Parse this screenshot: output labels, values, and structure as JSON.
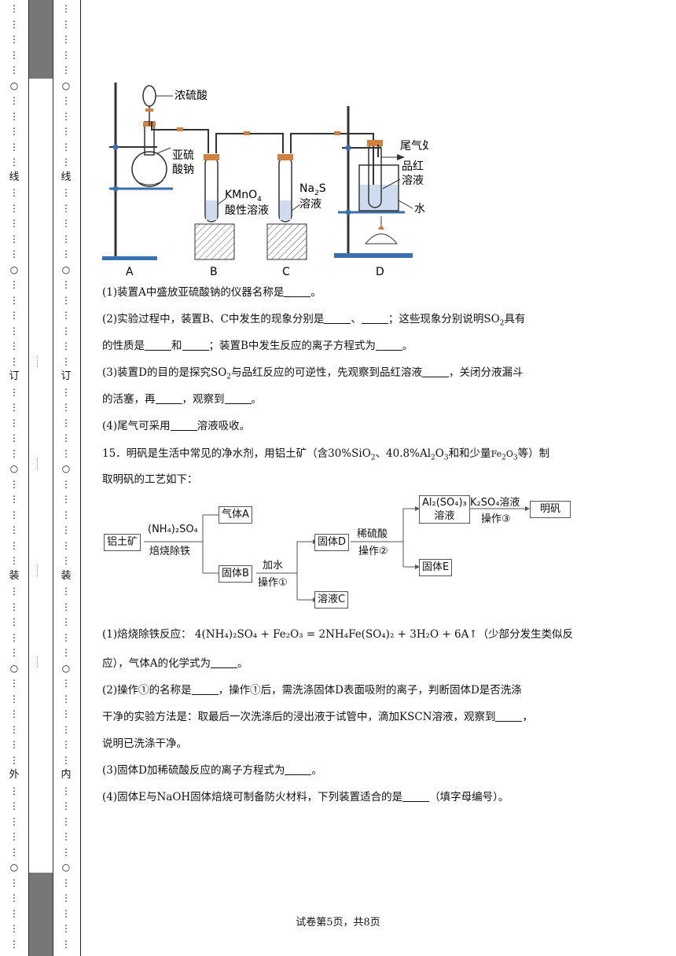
{
  "margin": {
    "outer_labels": [
      "线",
      "订",
      "装",
      "外"
    ],
    "inner_labels": [
      "线",
      "订",
      "装",
      "内"
    ],
    "gray_small": [
      "……",
      "……",
      "……",
      "……"
    ]
  },
  "apparatus": {
    "labels": {
      "conc_acid": "浓硫酸",
      "sulfite_1": "亚硫",
      "sulfite_2": "酸钠",
      "kmno4": "KMnO",
      "kmno4_sub": "4",
      "acidic_sol": "酸性溶液",
      "na2s": "Na",
      "na2s_sub": "2",
      "na2s_s": "S",
      "solution": "溶液",
      "tail_gas": "尾气处理",
      "pinhong_1": "品红",
      "pinhong_2": "溶液",
      "water": "水",
      "A": "A",
      "B": "B",
      "C": "C",
      "D": "D"
    }
  },
  "q14": {
    "p1": "(1)装置A中盛放亚硫酸钠的仪器名称是",
    "p1_end": "。",
    "p2a": "(2)实验过程中，装置B、C中发生的现象分别是",
    "p2b": "、",
    "p2c": "；这些现象分别说明SO",
    "p2c_sub": "2",
    "p2d": "具有",
    "p2e": "的性质是",
    "p2f": "和",
    "p2g": "；装置B中发生反应的离子方程式为",
    "p2h": "。",
    "p3a": "(3)装置D的目的是探究SO",
    "p3a_sub": "2",
    "p3b": "与品红反应的可逆性，先观察到品红溶液",
    "p3c": "，关闭分液漏斗",
    "p3d": "的活塞，再",
    "p3e": "，观察到",
    "p3f": "。",
    "p4a": "(4)尾气可采用",
    "p4b": "溶液吸收。"
  },
  "q15": {
    "intro_a": "15．明矾是生活中常见的净水剂，用铝土矿（含30%SiO",
    "intro_a_sub": "2",
    "intro_b": "、40.8%Al",
    "intro_b_sub": "2",
    "intro_c": "O",
    "intro_c_sub": "3",
    "intro_d": "和和少量",
    "intro_e": "Fe",
    "intro_e_sub1": "2",
    "intro_f": "O",
    "intro_f_sub2": "3",
    "intro_g": "等）制",
    "intro_2": "取明矾的工艺如下：",
    "flow": {
      "bauxite": "铝土矿",
      "reagent1": "(NH₄)₂SO₄",
      "step1": "焙烧除铁",
      "gasA": "气体A",
      "solidB": "固体B",
      "add_water": "加水",
      "op1": "操作①",
      "solidD": "固体D",
      "solC": "溶液C",
      "dil_acid": "稀硫酸",
      "op2": "操作②",
      "al2so43": "Al₂(SO₄)₃",
      "al_sol": "溶液",
      "k2so4": "K₂SO₄溶液",
      "op3": "操作③",
      "alum": "明矾",
      "solidE": "固体E"
    },
    "p1a": "(1)焙烧除铁反应：",
    "p1_eq": "4(NH₄)₂SO₄ + Fe₂O₃ = 2NH₄Fe(SO₄)₂ + 3H₂O + 6A↑",
    "p1b": "（少部分发生类似反",
    "p1c": "应），气体A的化学式为",
    "p1d": "。",
    "p2a": "(2)操作①的名称是",
    "p2b": "，操作①后，需洗涤固体D表面吸附的离子，判断固体D是否洗涤",
    "p2c": "干净的实验方法是：取最后一次洗涤后的浸出液于试管中，滴加KSCN溶液，观察到",
    "p2d": "，",
    "p2e": "说明已洗涤干净。",
    "p3a": "(3)固体D加稀硫酸反应的离子方程式为",
    "p3b": "。",
    "p4a": "(4)固体E与NaOH固体焙烧可制备防火材料，下列装置适合的是",
    "p4b": "（填字母编号）。"
  },
  "footer": "试卷第5页，共8页"
}
